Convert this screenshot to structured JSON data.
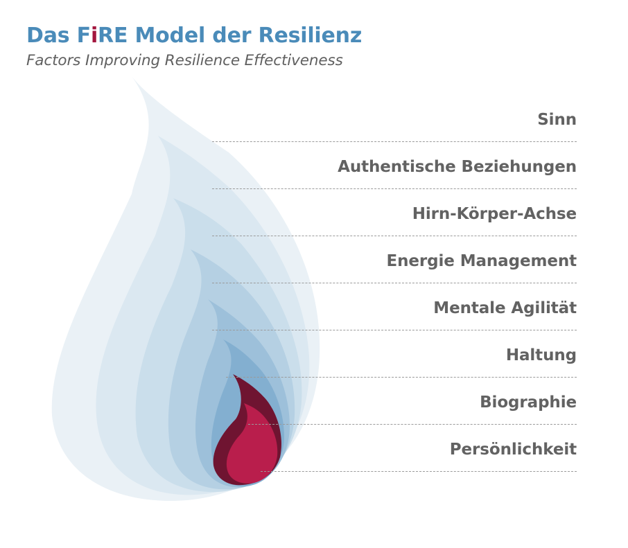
{
  "title": {
    "part1": "Das F",
    "highlight": "i",
    "part2": "RE Model der Resilienz"
  },
  "subtitle": "Factors Improving Resilience Effectiveness",
  "colors": {
    "title_blue": "#4a8bb9",
    "title_highlight": "#a3163e",
    "subtitle_gray": "#5f5f5f",
    "label_gray": "#626262",
    "flame_layers": [
      "#eaf1f6",
      "#dbe8f1",
      "#cadeeb",
      "#b5d0e3",
      "#9dc0da",
      "#83afd0"
    ],
    "inner_flame_dark": "#6f1431",
    "inner_flame_light": "#b91e4c"
  },
  "layers": [
    {
      "label": "Sinn"
    },
    {
      "label": "Authentische Beziehungen"
    },
    {
      "label": "Hirn-Körper-Achse"
    },
    {
      "label": "Energie Management"
    },
    {
      "label": "Mentale Agilität"
    },
    {
      "label": "Haltung"
    },
    {
      "label": "Biographie"
    },
    {
      "label": "Persönlichkeit"
    }
  ]
}
